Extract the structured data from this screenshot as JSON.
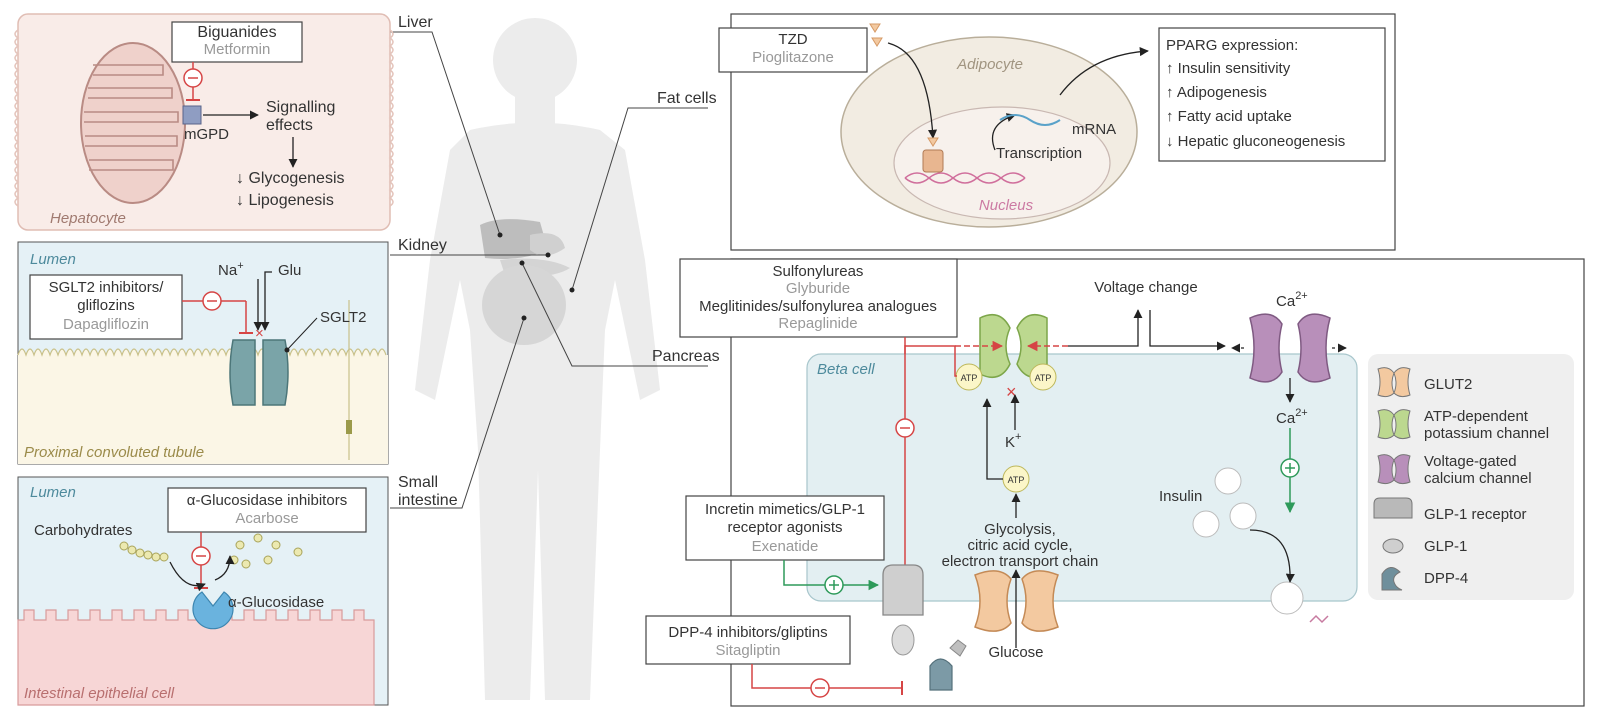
{
  "body_labels": {
    "liver": "Liver",
    "kidney": "Kidney",
    "small_intestine_1": "Small",
    "small_intestine_2": "intestine",
    "fat_cells": "Fat cells",
    "pancreas": "Pancreas"
  },
  "hepatocyte": {
    "drug_class": "Biguanides",
    "drug_example": "Metformin",
    "target": "mGPD",
    "effects_1": "Signalling",
    "effects_2": "effects",
    "outcome_1": "↓ Glycogenesis",
    "outcome_2": "↓ Lipogenesis",
    "cell_label": "Hepatocyte"
  },
  "kidney_panel": {
    "lumen": "Lumen",
    "drug_class_1": "SGLT2 inhibitors/",
    "drug_class_2": "gliflozins",
    "drug_example": "Dapagliflozin",
    "na": "Na",
    "na_sup": "+",
    "glu": "Glu",
    "transporter": "SGLT2",
    "tubule_label": "Proximal convoluted tubule"
  },
  "intestine_panel": {
    "lumen": "Lumen",
    "drug_class": "α-Glucosidase inhibitors",
    "drug_example": "Acarbose",
    "substrate": "Carbohydrates",
    "enzyme": "α-Glucosidase",
    "cell_label": "Intestinal epithelial cell"
  },
  "adipocyte_panel": {
    "drug_class": "TZD",
    "drug_example": "Pioglitazone",
    "cell_label": "Adipocyte",
    "nucleus": "Nucleus",
    "mrna": "mRNA",
    "transcription": "Transcription",
    "effects_title": "PPARG expression:",
    "effects": [
      "↑ Insulin sensitivity",
      "↑ Adipogenesis",
      "↑ Fatty acid uptake",
      "↓ Hepatic gluconeogenesis"
    ]
  },
  "pancreas_panel": {
    "su_class": "Sulfonylureas",
    "su_example": "Glyburide",
    "meg_class": "Meglitinides/sulfonylurea analogues",
    "meg_example": "Repaglinide",
    "voltage_change": "Voltage change",
    "ca": "Ca",
    "ca_sup": "2+",
    "beta_cell": "Beta cell",
    "atp": "ATP",
    "k": "K",
    "k_sup": "+",
    "metab_1": "Glycolysis,",
    "metab_2": "citric acid cycle,",
    "metab_3": "electron transport chain",
    "glucose": "Glucose",
    "insulin": "Insulin",
    "incretin_1": "Incretin mimetics/GLP-1",
    "incretin_2": "receptor agonists",
    "incretin_example": "Exenatide",
    "dpp4_class": "DPP-4 inhibitors/gliptins",
    "dpp4_example": "Sitagliptin"
  },
  "legend": [
    {
      "label_1": "GLUT2",
      "label_2": "",
      "color": "#f3c9a0"
    },
    {
      "label_1": "ATP-dependent",
      "label_2": "potassium channel",
      "color": "#bcd88f"
    },
    {
      "label_1": "Voltage-gated",
      "label_2": "calcium channel",
      "color": "#b88fba"
    },
    {
      "label_1": "GLP-1 receptor",
      "label_2": "",
      "color": "#b9b9b9"
    },
    {
      "label_1": "GLP-1",
      "label_2": "",
      "color": "#cfcfcf"
    },
    {
      "label_1": "DPP-4",
      "label_2": "",
      "color": "#6f8f9c"
    }
  ],
  "colors": {
    "inhibit": "#d64545",
    "stimulate": "#2e9a5a",
    "drug_grey": "#999999",
    "hepatocyte_bg": "#f9ece8",
    "lumen_bg": "#e5f1f6",
    "beta_cell_bg": "#e3eff2"
  }
}
